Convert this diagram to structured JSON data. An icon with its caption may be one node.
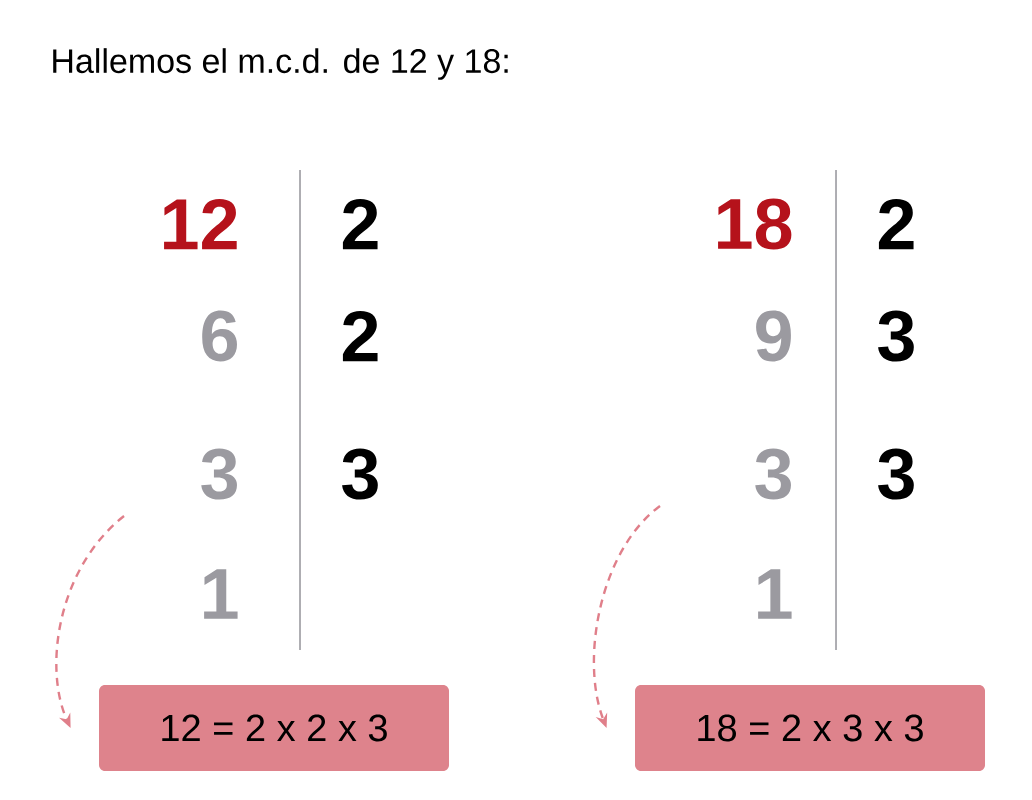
{
  "diagram": {
    "title": "Hallemos el m.c.d. de 12 y 18:",
    "nodes": [
      {
        "text": [
          "12 = 2 x 2 x 3"
        ]
      },
      {
        "text": [
          "18 = 2 x 3 x 3"
        ]
      }
    ],
    "edges": [
      {
        "from": null,
        "to": 0,
        "arrow": "to",
        "style": "dashed"
      },
      {
        "from": null,
        "to": 1,
        "arrow": "to",
        "style": "dashed"
      }
    ],
    "labels": [
      "12",
      "2",
      "18",
      "2",
      "6",
      "2",
      "9",
      "3",
      "3",
      "3",
      "3",
      "3",
      "1",
      "1"
    ]
  }
}
